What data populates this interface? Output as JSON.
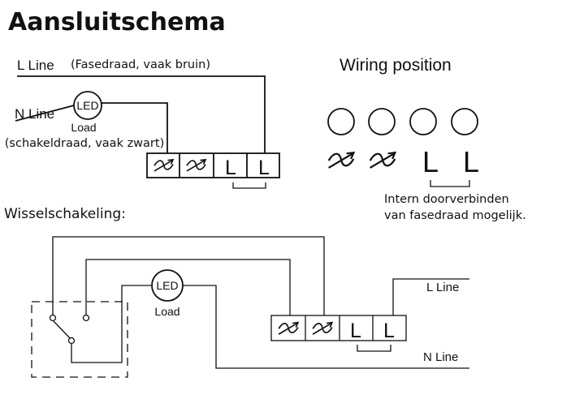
{
  "title": "Aansluitschema",
  "top_diagram": {
    "l_line": "L Line",
    "l_line_note": "(Fasedraad, vaak bruin)",
    "n_line": "N Line",
    "led": "LED",
    "load": "Load",
    "switch_wire_note": "(schakeldraad, vaak zwart)",
    "terminals": [
      "L",
      "L"
    ]
  },
  "wiring_position": {
    "heading": "Wiring position",
    "terminals": [
      "L",
      "L"
    ],
    "note_line1": "Intern doorverbinden",
    "note_line2": "van fasedraad mogelijk."
  },
  "two_way": {
    "heading": "Wisselschakeling:",
    "led": "LED",
    "load": "Load",
    "terminals": [
      "L",
      "L"
    ],
    "l_line": "L Line",
    "n_line": "N Line"
  },
  "icons": {
    "traveller_terminal": "two-way-switch-symbol-icon"
  }
}
